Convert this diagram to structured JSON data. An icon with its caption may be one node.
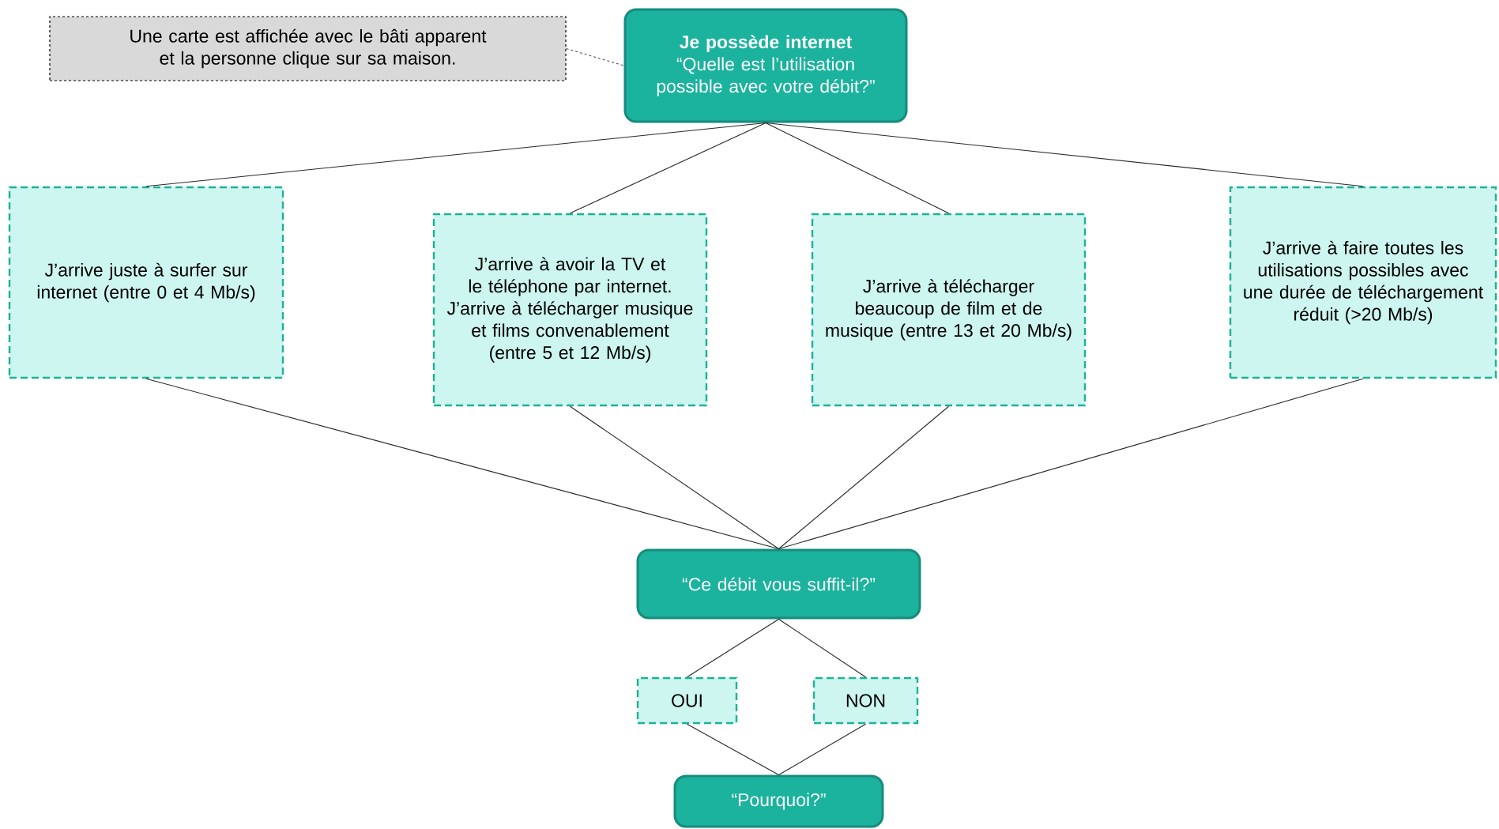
{
  "diagram": {
    "nodes": [
      {
        "text": [
          "Une carte est affichée avec le bâti apparent et la personne clique sur sa maison."
        ]
      },
      {
        "text": [
          "Je possède internet",
          "“Quelle est l’utilisation possible avec votre débit?”"
        ]
      },
      {
        "text": [
          "J’arrive juste à surfer sur internet (entre 0 et 4 Mb/s)"
        ]
      },
      {
        "text": [
          "J’arrive à avoir la TV et le téléphone par internet. J’arrive à télécharger musique et films convenablement (entre 5 et 12 Mb/s)"
        ]
      },
      {
        "text": [
          "J’arrive à télécharger beaucoup de film et de musique (entre 13 et 20 Mb/s)"
        ]
      },
      {
        "text": [
          "J’arrive à faire toutes les utilisations possibles avec une durée de téléchargement réduit (>20 Mb/s)"
        ]
      },
      {
        "text": [
          "“Ce débit vous suffit-il?”"
        ]
      },
      {
        "text": [
          "OUI"
        ]
      },
      {
        "text": [
          "NON"
        ]
      },
      {
        "text": [
          "“Pourquoi?”"
        ]
      }
    ],
    "edges": [
      {
        "from": 0,
        "to": 1,
        "arrow": "none",
        "style": "dashed"
      },
      {
        "from": 1,
        "to": 2,
        "arrow": "none"
      },
      {
        "from": 1,
        "to": 3,
        "arrow": "none"
      },
      {
        "from": 1,
        "to": 4,
        "arrow": "none"
      },
      {
        "from": 1,
        "to": 5,
        "arrow": "none"
      },
      {
        "from": 2,
        "to": 6,
        "arrow": "none"
      },
      {
        "from": 3,
        "to": 6,
        "arrow": "none"
      },
      {
        "from": 4,
        "to": 6,
        "arrow": "none"
      },
      {
        "from": 5,
        "to": 6,
        "arrow": "none"
      },
      {
        "from": 6,
        "to": 7,
        "arrow": "none"
      },
      {
        "from": 6,
        "to": 8,
        "arrow": "none"
      },
      {
        "from": 7,
        "to": 9,
        "arrow": "none"
      },
      {
        "from": 8,
        "to": 9,
        "arrow": "none"
      }
    ]
  }
}
